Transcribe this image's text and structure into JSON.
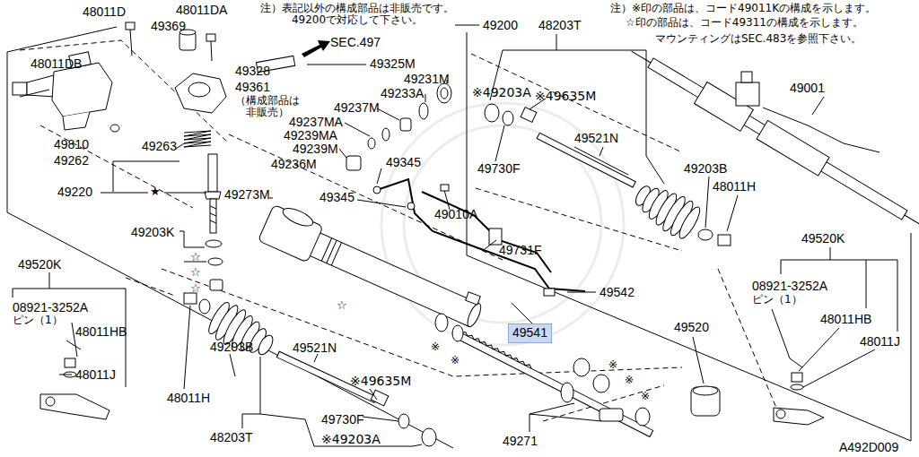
{
  "diagram": {
    "nodes": [
      {
        "text": [
          "49541"
        ]
      }
    ],
    "labels": [
      "注）表記以外の構成部品は非販売です。 49200で対応して下さい。",
      "SEC.497",
      "49200",
      "注）※印の部品は、コード49011Kの構成を示します。",
      "☆印の部品は、コード49311の構成を示します。",
      "マウンティングはSEC.483を参照下さい。",
      "48011D",
      "48011DA",
      "49369",
      "48011DB",
      "49328",
      "49325M",
      "49361",
      "（構成部品は 非販売）",
      "49231M",
      "49233A",
      "49237M",
      "49237MA",
      "49239MA",
      "49239M",
      "49236M",
      "49263",
      "49810",
      "49262",
      "49220",
      "★",
      "49273M",
      "49345",
      "49345",
      "49010A",
      "49731F",
      "49542",
      "49520",
      "49271",
      "49203K",
      "☆",
      "☆",
      "☆",
      "☆",
      "※",
      "※",
      "※",
      "※",
      "※",
      "48203T",
      "※49203A",
      "※49635M",
      "49521N",
      "49730F",
      "49203B",
      "48011H",
      "49001",
      "49520K",
      "08921-3252A",
      "ピン（1）",
      "48011HB",
      "48011J",
      "49520K",
      "08921-3252A",
      "ピン（1）",
      "48011HB",
      "48011J",
      "48011H",
      "49203B",
      "49521N",
      "※49635M",
      "49730F",
      "48203T",
      "※49203A",
      "A492D009"
    ]
  }
}
